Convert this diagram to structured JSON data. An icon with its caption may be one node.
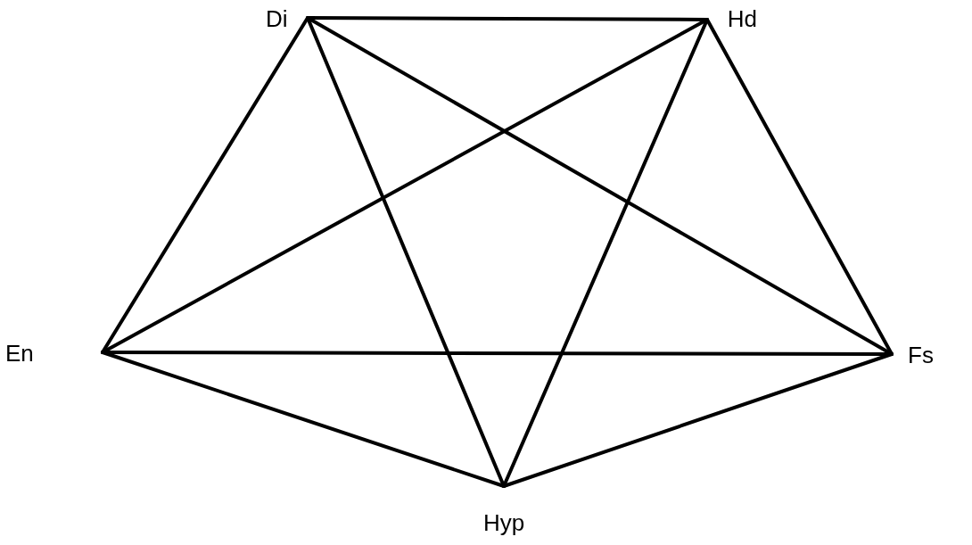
{
  "diagram": {
    "nodes": [
      {
        "text": [
          "Di"
        ]
      },
      {
        "text": [
          "Hd"
        ]
      },
      {
        "text": [
          "En"
        ]
      },
      {
        "text": [
          "Fs"
        ]
      },
      {
        "text": [
          "Hyp"
        ]
      }
    ],
    "edges": [
      {
        "from": 0,
        "to": 1,
        "arrow": "none"
      },
      {
        "from": 0,
        "to": 2,
        "arrow": "none"
      },
      {
        "from": 0,
        "to": 3,
        "arrow": "none"
      },
      {
        "from": 0,
        "to": 4,
        "arrow": "none"
      },
      {
        "from": 1,
        "to": 2,
        "arrow": "none"
      },
      {
        "from": 1,
        "to": 3,
        "arrow": "none"
      },
      {
        "from": 1,
        "to": 4,
        "arrow": "none"
      },
      {
        "from": 2,
        "to": 3,
        "arrow": "none"
      },
      {
        "from": 2,
        "to": 4,
        "arrow": "none"
      },
      {
        "from": 3,
        "to": 4,
        "arrow": "none"
      }
    ]
  }
}
